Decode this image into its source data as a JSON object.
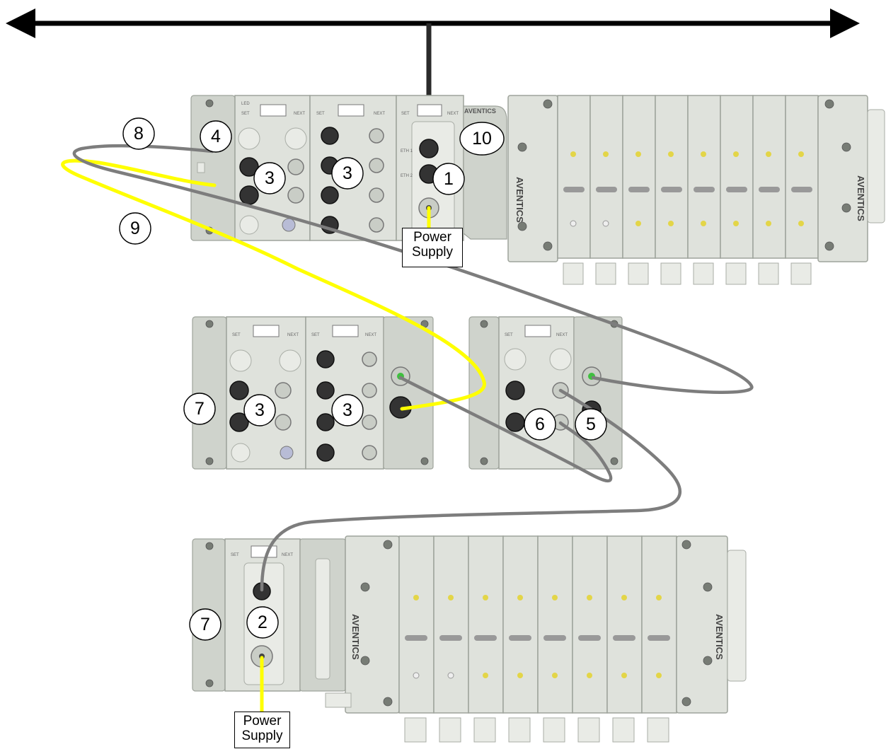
{
  "diagram": {
    "brand": "AVENTICS",
    "callouts": [
      {
        "id": "1",
        "label": "1"
      },
      {
        "id": "2",
        "label": "2"
      },
      {
        "id": "3a",
        "label": "3"
      },
      {
        "id": "3b",
        "label": "3"
      },
      {
        "id": "3c",
        "label": "3"
      },
      {
        "id": "3d",
        "label": "3"
      },
      {
        "id": "4",
        "label": "4"
      },
      {
        "id": "5",
        "label": "5"
      },
      {
        "id": "6",
        "label": "6"
      },
      {
        "id": "7a",
        "label": "7"
      },
      {
        "id": "7b",
        "label": "7"
      },
      {
        "id": "8",
        "label": "8"
      },
      {
        "id": "9",
        "label": "9"
      },
      {
        "id": "10",
        "label": "10"
      }
    ],
    "power_supply_top": {
      "line1": "Power",
      "line2": "Supply"
    },
    "power_supply_bottom": {
      "line1": "Power",
      "line2": "Supply"
    },
    "colors": {
      "network_bus": "#000000",
      "subbus_cable": "#7d7d7d",
      "aux_power_cable": "#ffff00",
      "module_body": "#dfe2dc"
    }
  }
}
